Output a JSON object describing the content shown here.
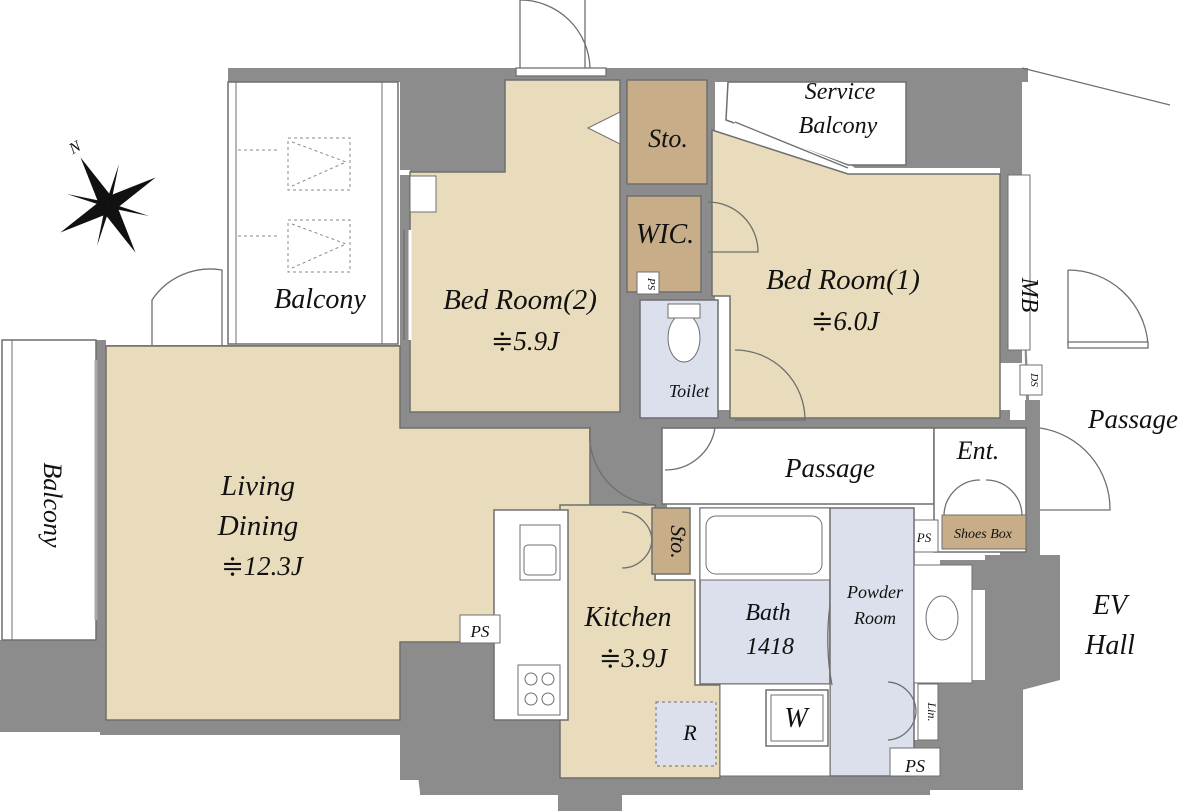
{
  "colors": {
    "wall": "#8c8c8c",
    "room_beige": "#e9dcbc",
    "storage_brown": "#c8ae88",
    "wet_lavender": "#dcdfec",
    "outline": "#6f6f6f",
    "white": "#ffffff",
    "text": "#111111"
  },
  "compass": {
    "label": "N",
    "icon": "compass-rose-icon"
  },
  "rooms": {
    "balcony_top": "Balcony",
    "balcony_left": "Balcony",
    "service_balcony_line1": "Service",
    "service_balcony_line2": "Balcony",
    "storage_top": "Sto.",
    "wic": "WIC.",
    "ps_wic": "PS",
    "bedroom2_name": "Bed Room(2)",
    "bedroom2_size": "≑5.9J",
    "bedroom1_name": "Bed Room(1)",
    "bedroom1_size": "≑6.0J",
    "mb": "MB",
    "ds": "DS",
    "toilet": "Toilet",
    "living_line1": "Living",
    "living_line2": "Dining",
    "living_size": "≑12.3J",
    "passage_inner": "Passage",
    "passage_outer": "Passage",
    "entrance": "Ent.",
    "shoes_box": "Shoes Box",
    "ps_entrance": "PS",
    "storage_kitchen": "Sto.",
    "kitchen_name": "Kitchen",
    "kitchen_size": "≑3.9J",
    "ps_kitchen": "PS",
    "fridge": "R",
    "bath_name": "Bath",
    "bath_size": "1418",
    "powder_line1": "Powder",
    "powder_line2": "Room",
    "washer": "W",
    "linen": "Lin.",
    "ps_bottom": "PS",
    "ev_line1": "EV",
    "ev_line2": "Hall"
  }
}
